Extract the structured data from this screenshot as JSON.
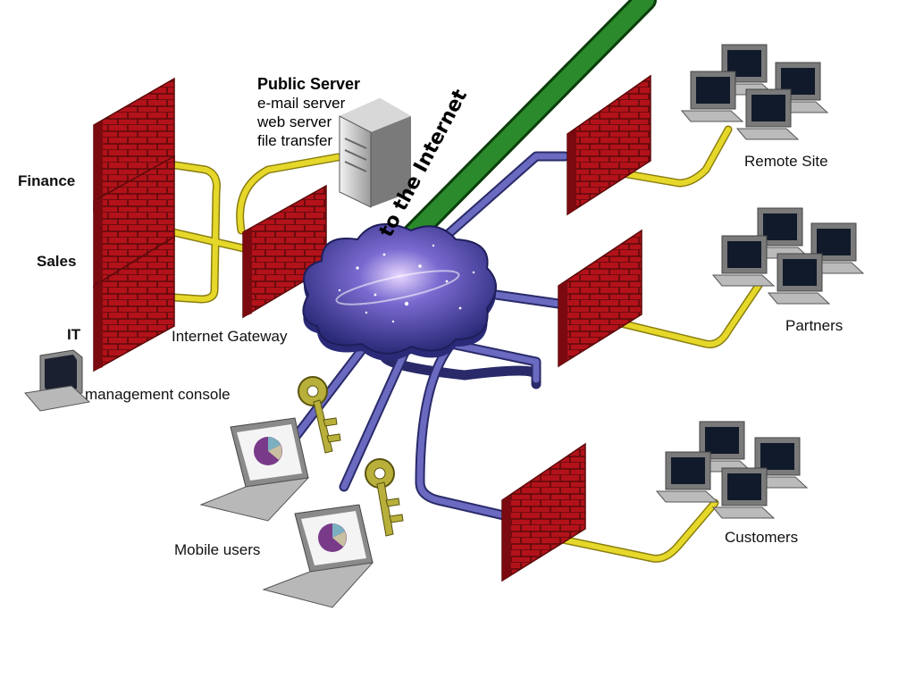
{
  "labels": {
    "public_server_title": "Public Server",
    "public_server_services": [
      "e-mail server",
      "web server",
      "file transfer"
    ],
    "finance": "Finance",
    "sales": "Sales",
    "it": "IT",
    "internet_gateway": "Internet Gateway",
    "management_console": "management console",
    "mobile_users": "Mobile users",
    "to_the_internet": "to the Internet",
    "remote_site": "Remote Site",
    "partners": "Partners",
    "customers": "Customers"
  },
  "colors": {
    "firewall_brick": "#b3121a",
    "internal_cable": "#d6c81e",
    "network_pipe": "#4a4a9e",
    "internet_backbone": "#1f7a1f",
    "cloud": "#5454b0",
    "key": "#9a9a2a"
  }
}
